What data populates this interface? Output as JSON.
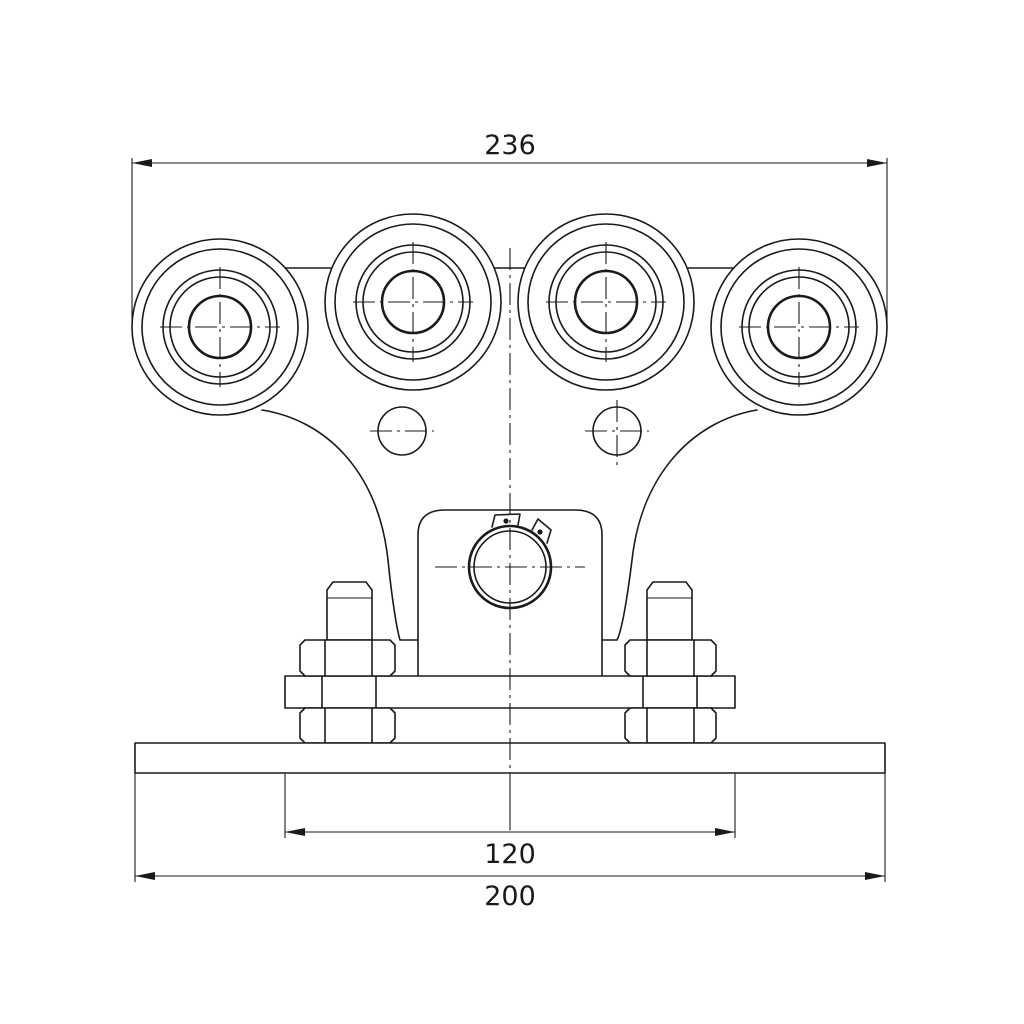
{
  "dimensions": {
    "overall_width": "236",
    "plate_bolt_span": "120",
    "base_width": "200"
  }
}
